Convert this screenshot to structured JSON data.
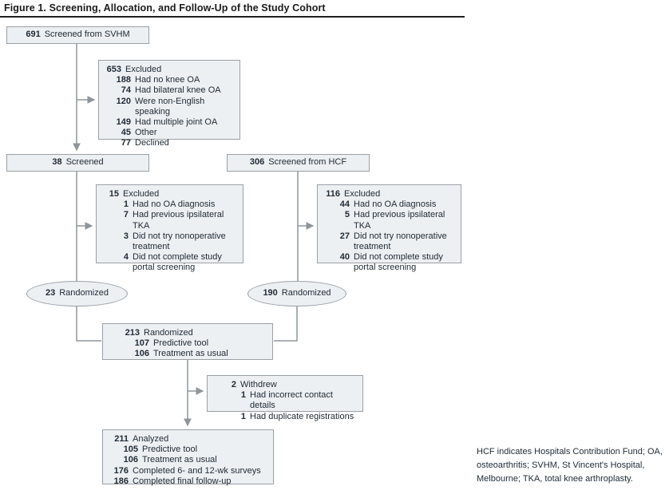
{
  "figure": {
    "title": "Figure 1. Screening, Allocation, and Follow-Up of the Study Cohort",
    "footnote": "HCF indicates Hospitals Contribution Fund; OA, osteoarthritis; SVHM, St Vincent's Hospital, Melbourne; TKA, total knee arthroplasty."
  },
  "colors": {
    "box_fill": "#edf0f3",
    "box_border": "#9aa0a5",
    "connector": "#8f959a",
    "text": "#212c37",
    "rule": "#1f1f1f"
  },
  "nodes": {
    "screened_svhm": {
      "shape": "box",
      "lines": [
        {
          "num": "691",
          "label": "Screened from SVHM",
          "indent": 0
        }
      ]
    },
    "excluded_svhm": {
      "shape": "box",
      "lines": [
        {
          "num": "653",
          "label": "Excluded",
          "indent": 0
        },
        {
          "num": "188",
          "label": "Had no knee OA",
          "indent": 1
        },
        {
          "num": "74",
          "label": "Had bilateral knee OA",
          "indent": 1
        },
        {
          "num": "120",
          "label": "Were non-English speaking",
          "indent": 1
        },
        {
          "num": "149",
          "label": "Had multiple joint OA",
          "indent": 1
        },
        {
          "num": "45",
          "label": "Other",
          "indent": 1
        },
        {
          "num": "77",
          "label": "Declined",
          "indent": 1
        }
      ]
    },
    "screened_38": {
      "shape": "box",
      "lines": [
        {
          "num": "38",
          "label": "Screened",
          "indent": 0
        }
      ]
    },
    "screened_hcf": {
      "shape": "box",
      "lines": [
        {
          "num": "306",
          "label": "Screened from HCF",
          "indent": 0
        }
      ]
    },
    "excluded_svhm_portal": {
      "shape": "box",
      "lines": [
        {
          "num": "15",
          "label": "Excluded",
          "indent": 0
        },
        {
          "num": "1",
          "label": "Had no OA diagnosis",
          "indent": 1
        },
        {
          "num": "7",
          "label": "Had previous ipsilateral TKA",
          "indent": 1
        },
        {
          "num": "3",
          "label": "Did not try nonoperative treatment",
          "indent": 1
        },
        {
          "num": "4",
          "label": "Did not complete study portal screening",
          "indent": 1
        }
      ]
    },
    "excluded_hcf_portal": {
      "shape": "box",
      "lines": [
        {
          "num": "116",
          "label": "Excluded",
          "indent": 0
        },
        {
          "num": "44",
          "label": "Had no OA diagnosis",
          "indent": 1
        },
        {
          "num": "5",
          "label": "Had previous ipsilateral TKA",
          "indent": 1
        },
        {
          "num": "27",
          "label": "Did not try nonoperative treatment",
          "indent": 1
        },
        {
          "num": "40",
          "label": "Did not complete study portal screening",
          "indent": 1
        }
      ]
    },
    "randomized_svhm": {
      "shape": "oval",
      "lines": [
        {
          "num": "23",
          "label": "Randomized",
          "indent": 0
        }
      ]
    },
    "randomized_hcf": {
      "shape": "oval",
      "lines": [
        {
          "num": "190",
          "label": "Randomized",
          "indent": 0
        }
      ]
    },
    "randomized_total": {
      "shape": "box",
      "lines": [
        {
          "num": "213",
          "label": "Randomized",
          "indent": 0
        },
        {
          "num": "107",
          "label": "Predictive tool",
          "indent": 1
        },
        {
          "num": "106",
          "label": "Treatment as usual",
          "indent": 1
        }
      ]
    },
    "withdrew": {
      "shape": "box",
      "lines": [
        {
          "num": "2",
          "label": "Withdrew",
          "indent": 0
        },
        {
          "num": "1",
          "label": "Had incorrect contact details",
          "indent": 1
        },
        {
          "num": "1",
          "label": "Had duplicate registrations",
          "indent": 1
        }
      ]
    },
    "analyzed": {
      "shape": "box",
      "lines": [
        {
          "num": "211",
          "label": "Analyzed",
          "indent": 0
        },
        {
          "num": "105",
          "label": "Predictive tool",
          "indent": 1
        },
        {
          "num": "106",
          "label": "Treatment as usual",
          "indent": 1
        },
        {
          "num": "176",
          "label": "Completed 6- and 12-wk surveys",
          "indent": 0
        },
        {
          "num": "186",
          "label": "Completed final follow-up",
          "indent": 0
        }
      ]
    }
  }
}
